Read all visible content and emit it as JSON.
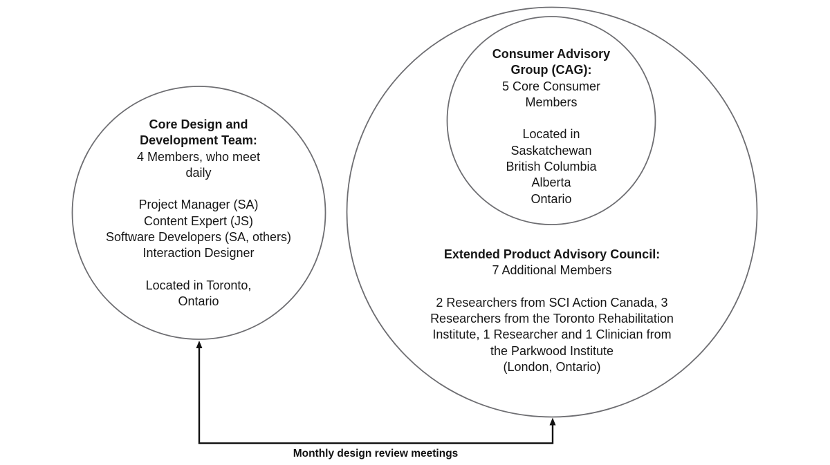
{
  "diagram": {
    "colors": {
      "circle_stroke": "#6e6e72",
      "connector": "#111111",
      "text": "#161616",
      "background": "#ffffff"
    },
    "core_team": {
      "title_lines": [
        "Core Design and",
        "Development Team:"
      ],
      "lines": [
        "4 Members, who meet",
        "daily"
      ],
      "roles": [
        "Project Manager (SA)",
        "Content Expert (JS)",
        "Software Developers (SA, others)",
        "Interaction Designer"
      ],
      "location_lines": [
        "Located in Toronto,",
        "Ontario"
      ]
    },
    "consumer_advisory_group": {
      "title_lines": [
        "Consumer Advisory",
        "Group (CAG):"
      ],
      "lines": [
        "5 Core Consumer",
        "Members"
      ],
      "location_label": "Located in",
      "locations": [
        "Saskatchewan",
        "British Columbia",
        "Alberta",
        "Ontario"
      ]
    },
    "extended_council": {
      "title": "Extended Product Advisory Council:",
      "subtitle": "7 Additional Members",
      "detail_lines": [
        "2 Researchers from SCI Action Canada, 3",
        "Researchers from the Toronto Rehabilitation",
        "Institute, 1 Researcher and 1 Clinician from",
        "the Parkwood Institute",
        "(London, Ontario)"
      ]
    },
    "connector": {
      "label": "Monthly design review meetings",
      "direction": "bidirectional",
      "connects": [
        "Core Design and Development Team",
        "Extended Product Advisory Council"
      ]
    }
  }
}
